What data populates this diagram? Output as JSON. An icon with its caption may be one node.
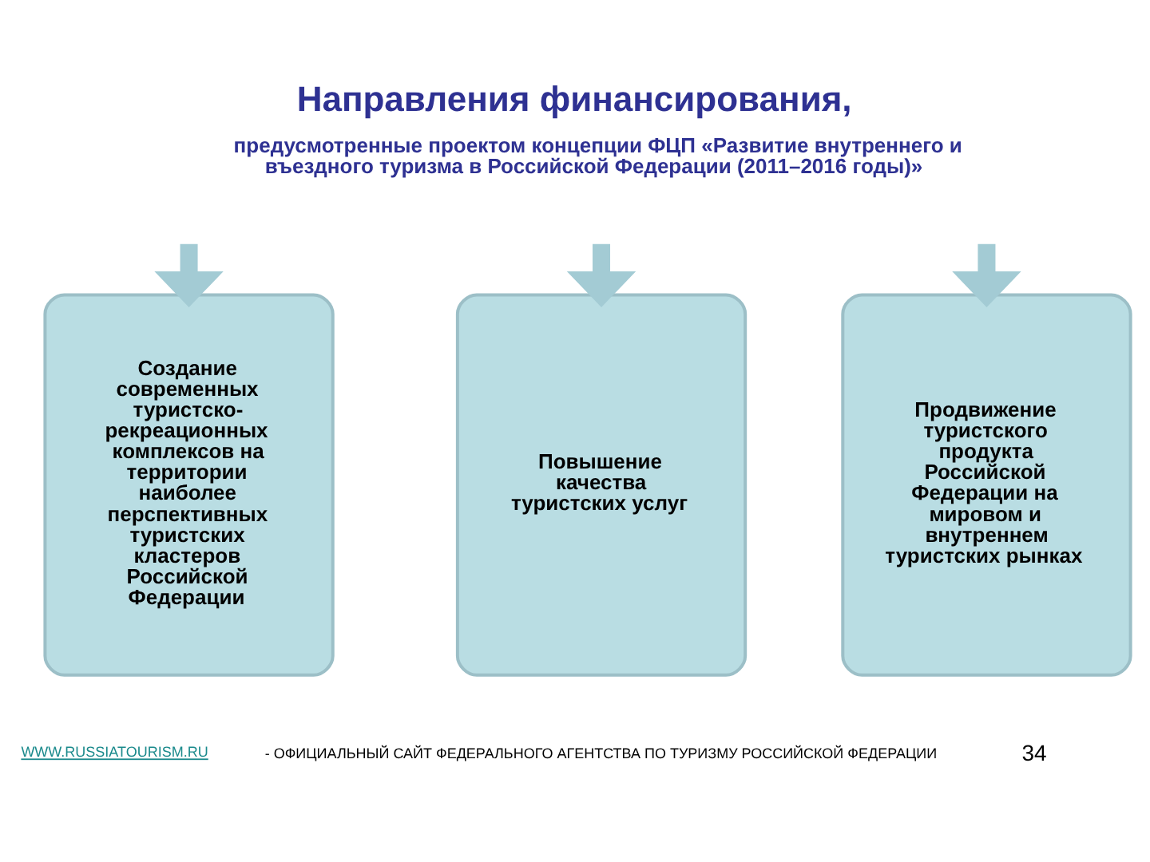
{
  "diagram": {
    "title": "Направления финансирования,",
    "nodes": [
      {
        "text": [
          "Создание современных туристско-рекреационных комплексов на территории наиболее перспективных туристских кластеров Российской Федерации"
        ]
      },
      {
        "text": [
          "Повышение качества туристских услуг"
        ]
      },
      {
        "text": [
          "Продвижение туристского продукта Российской Федерации на мировом и внутреннем туристских рынках"
        ]
      }
    ],
    "edges": [
      {
        "from": null,
        "to": 0,
        "arrow": "to"
      },
      {
        "from": null,
        "to": 1,
        "arrow": "to"
      },
      {
        "from": null,
        "to": 2,
        "arrow": "to"
      }
    ],
    "labels": [
      "предусмотренные проектом концепции ФЦП «Развитие внутреннего и въездного туризма в Российской Федерации (2011–2016 годы)»",
      "WWW.RUSSIATOURISM.RU",
      "- ОФИЦИАЛЬНЫЙ САЙТ ФЕДЕРАЛЬНОГО АГЕНТСТВА ПО ТУРИЗМУ РОССИЙСКОЙ ФЕДЕРАЦИИ",
      "34"
    ]
  }
}
